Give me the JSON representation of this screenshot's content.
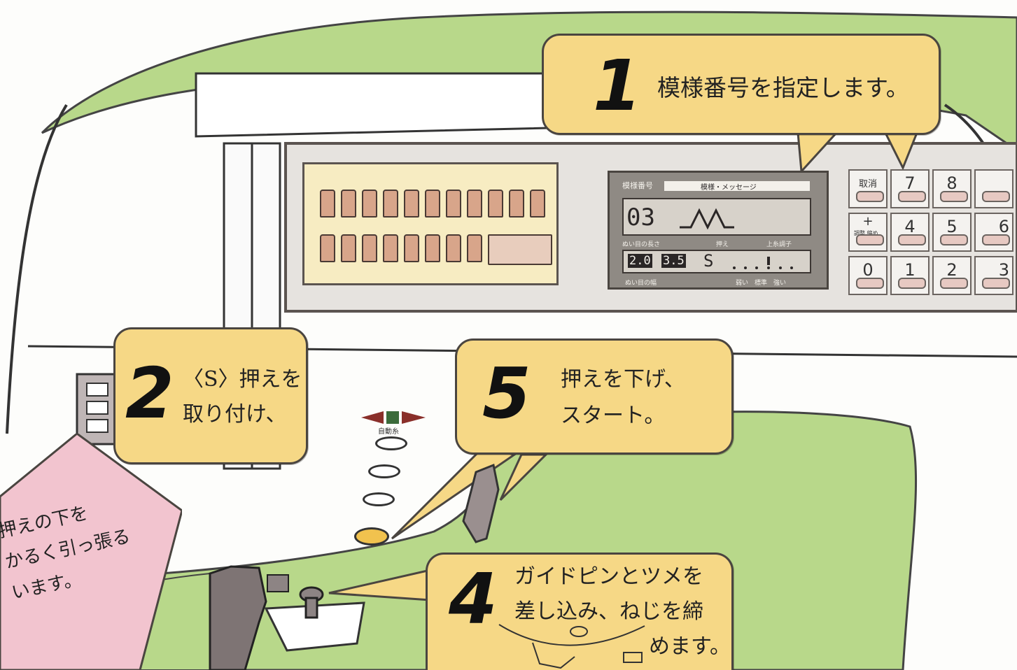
{
  "steps": {
    "step1": {
      "number": "1",
      "text": "模様番号を指定します。"
    },
    "step2": {
      "number": "2",
      "line1": "〈S〉押えを",
      "line2": "取り付け、"
    },
    "step5": {
      "number": "5",
      "line1": "押えを下げ、",
      "line2": "スタート。"
    },
    "step4": {
      "number": "4",
      "line1": "ガイドピンとツメを",
      "line2": "差し込み、ねじを締",
      "line3": "めます。"
    }
  },
  "note": {
    "line1": "押えの下を",
    "line2": "かるく引っ張る",
    "line3": "います。"
  },
  "display": {
    "header_left": "模様番号",
    "header_center": "模様・メッセージ",
    "pattern_number": "03",
    "subheader_left": "ぬい目の長さ",
    "subheader_mid": "押え",
    "subheader_right": "上糸調子",
    "stitch_length": "2.0",
    "stitch_width": "3.5",
    "foot": "S",
    "footer_left": "ぬい目の幅",
    "footer_right": "弱い　標準　強い"
  },
  "keypad": {
    "cancel": "取消",
    "plus": "+",
    "plus_sub": "調整 縮め",
    "keys": [
      "7",
      "8",
      "4",
      "5",
      "6",
      "0",
      "1",
      "2",
      "3"
    ]
  },
  "start_panel": {
    "label": "自動糸"
  },
  "colors": {
    "callout": "#f6d886",
    "green": "#b8d88a",
    "pink": "#f2c4cf",
    "pattern_chips": "#d8a58a",
    "display_bg": "#8f8a84"
  },
  "icons": [
    "zigzag-stitch-icon",
    "lock-bar-icon",
    "start-stop-button",
    "screw-knob-icon"
  ]
}
